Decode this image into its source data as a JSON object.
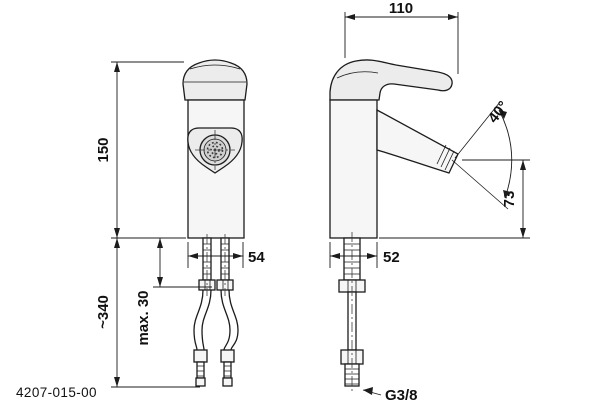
{
  "drawing": {
    "part_number": "4207-015-00",
    "dimensions": {
      "width_top": "110",
      "height_body": "150",
      "length_hose": "~340",
      "mount_max": "max. 30",
      "width_front": "54",
      "width_side": "52",
      "angle_spout": "40°",
      "height_outlet": "73",
      "thread": "G3/8"
    }
  }
}
